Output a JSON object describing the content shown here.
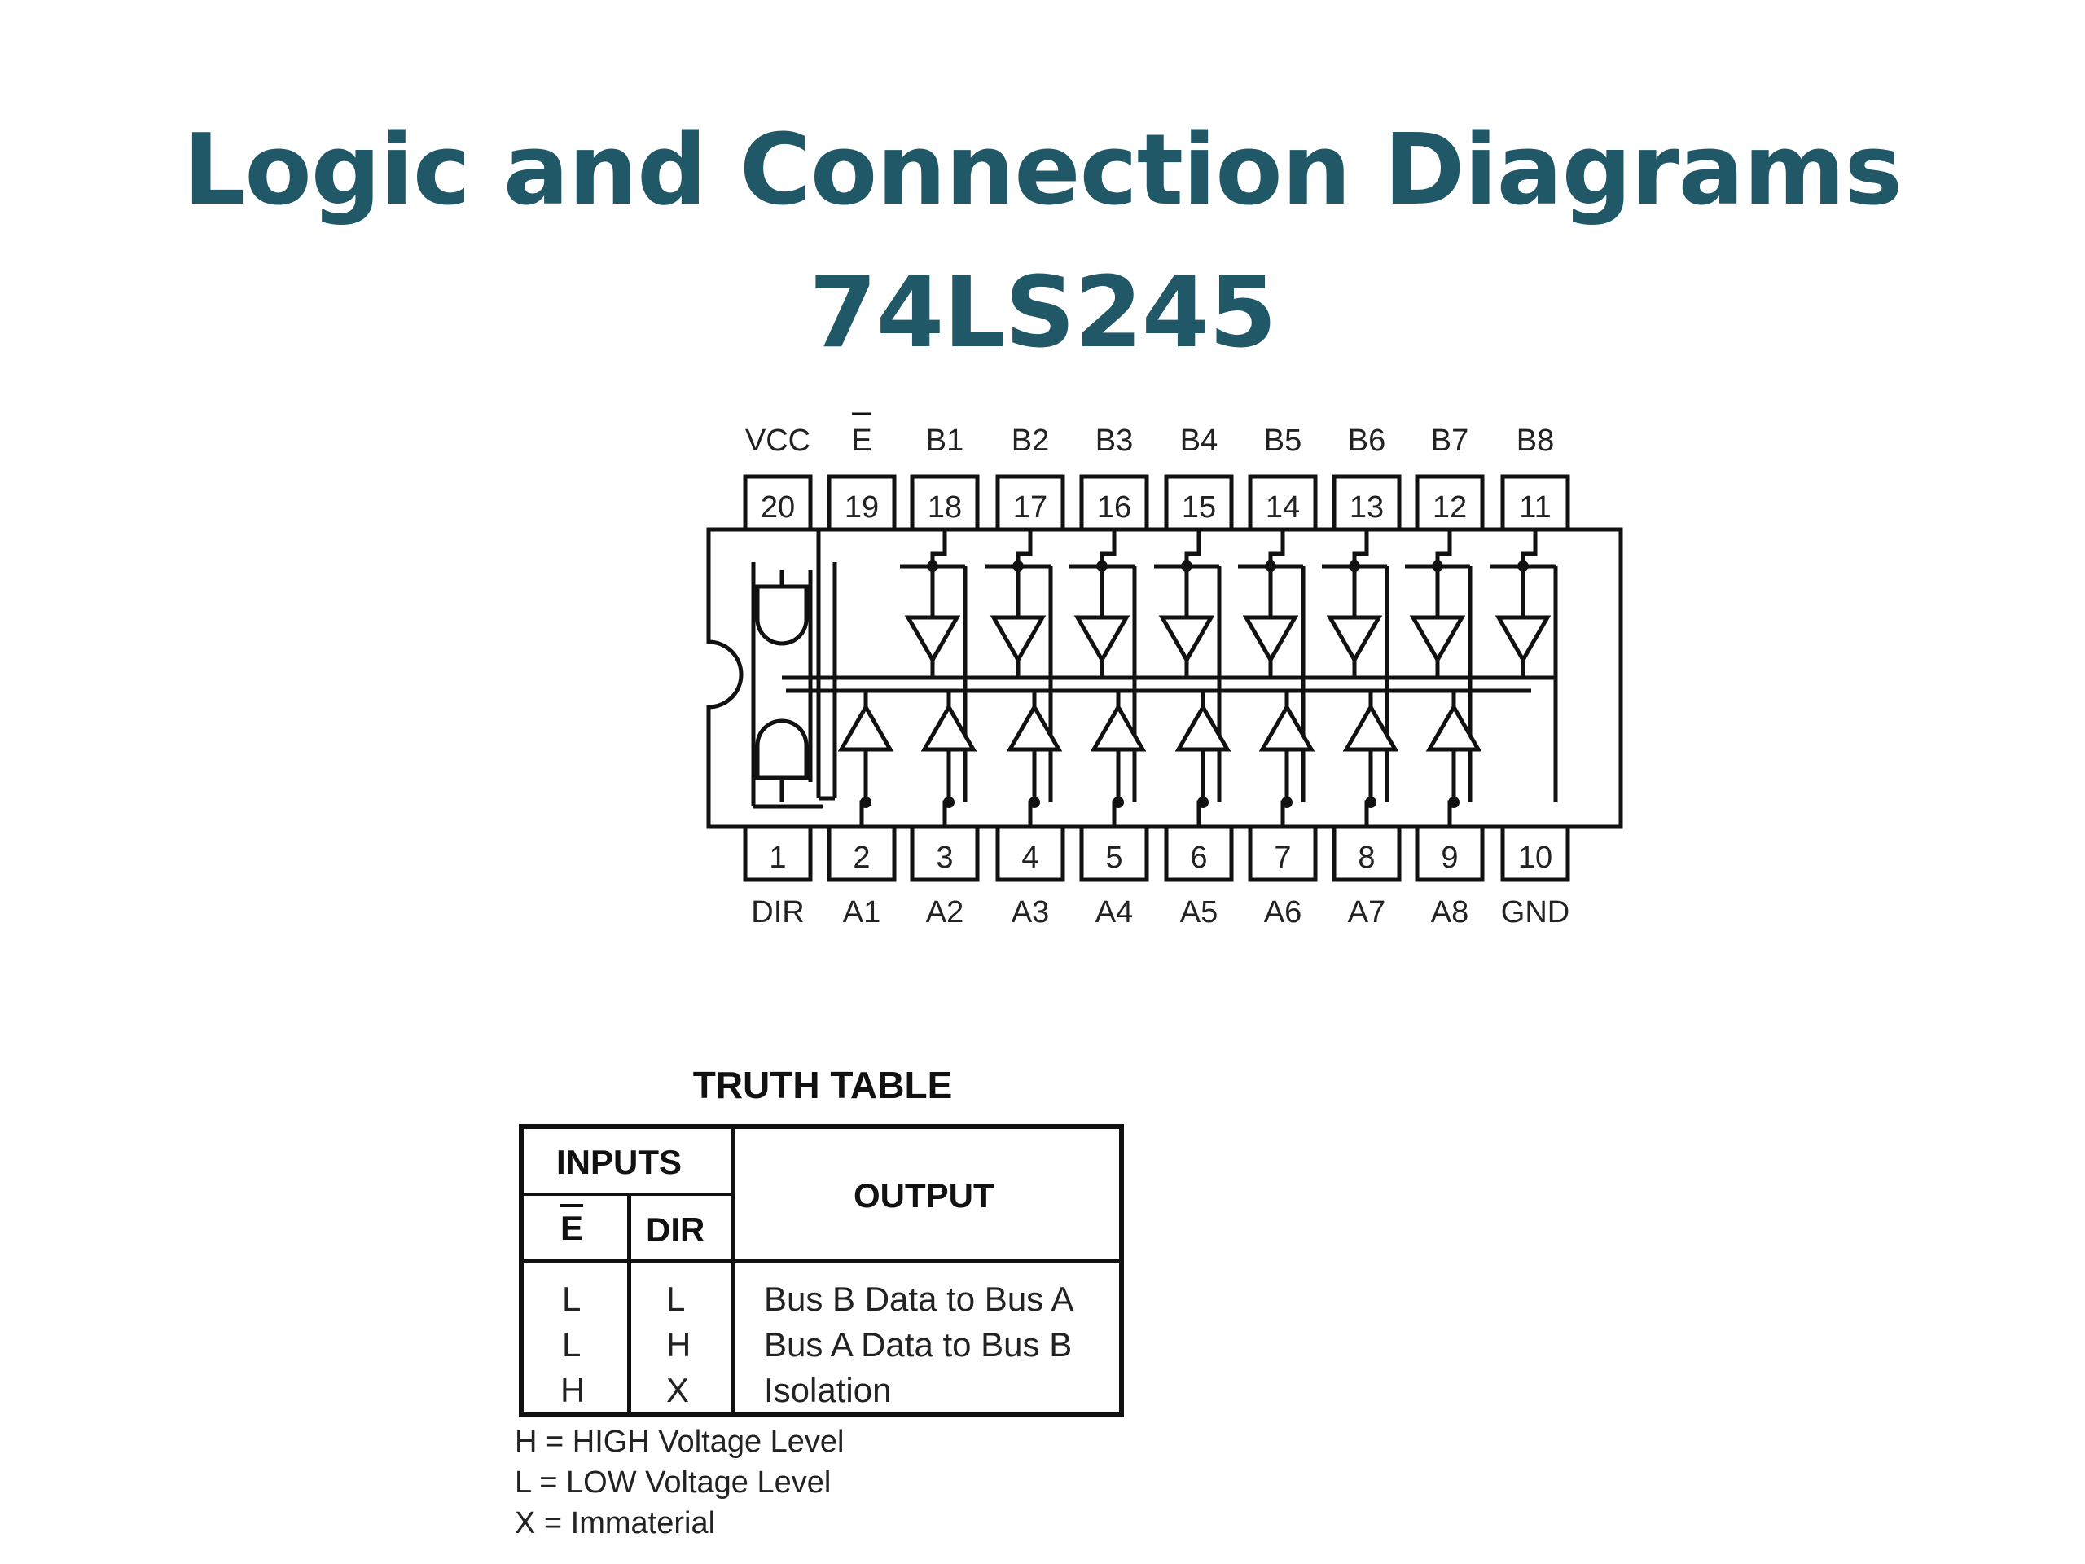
{
  "title": {
    "line1": "Logic and Connection Diagrams",
    "line2": "74LS245"
  },
  "diagram": {
    "top_pins": [
      {
        "num": "20",
        "label": "VCC"
      },
      {
        "num": "19",
        "label": "E"
      },
      {
        "num": "18",
        "label": "B1"
      },
      {
        "num": "17",
        "label": "B2"
      },
      {
        "num": "16",
        "label": "B3"
      },
      {
        "num": "15",
        "label": "B4"
      },
      {
        "num": "14",
        "label": "B5"
      },
      {
        "num": "13",
        "label": "B6"
      },
      {
        "num": "12",
        "label": "B7"
      },
      {
        "num": "11",
        "label": "B8"
      }
    ],
    "bottom_pins": [
      {
        "num": "1",
        "label": "DIR"
      },
      {
        "num": "2",
        "label": "A1"
      },
      {
        "num": "3",
        "label": "A2"
      },
      {
        "num": "4",
        "label": "A3"
      },
      {
        "num": "5",
        "label": "A4"
      },
      {
        "num": "6",
        "label": "A5"
      },
      {
        "num": "7",
        "label": "A6"
      },
      {
        "num": "8",
        "label": "A7"
      },
      {
        "num": "9",
        "label": "A8"
      },
      {
        "num": "10",
        "label": "GND"
      }
    ]
  },
  "truth_table": {
    "title": "TRUTH TABLE",
    "inputs_header": "INPUTS",
    "e_header": "E",
    "dir_header": "DIR",
    "output_header": "OUTPUT",
    "rows": [
      {
        "e": "L",
        "dir": "L",
        "output": "Bus B Data to Bus A"
      },
      {
        "e": "L",
        "dir": "H",
        "output": "Bus A Data to Bus B"
      },
      {
        "e": "H",
        "dir": "X",
        "output": "Isolation"
      }
    ]
  },
  "notes": [
    "H = HIGH Voltage Level",
    "L = LOW Voltage Level",
    "X = Immaterial"
  ],
  "colors": {
    "title": "#215868",
    "ink": "#111111"
  }
}
